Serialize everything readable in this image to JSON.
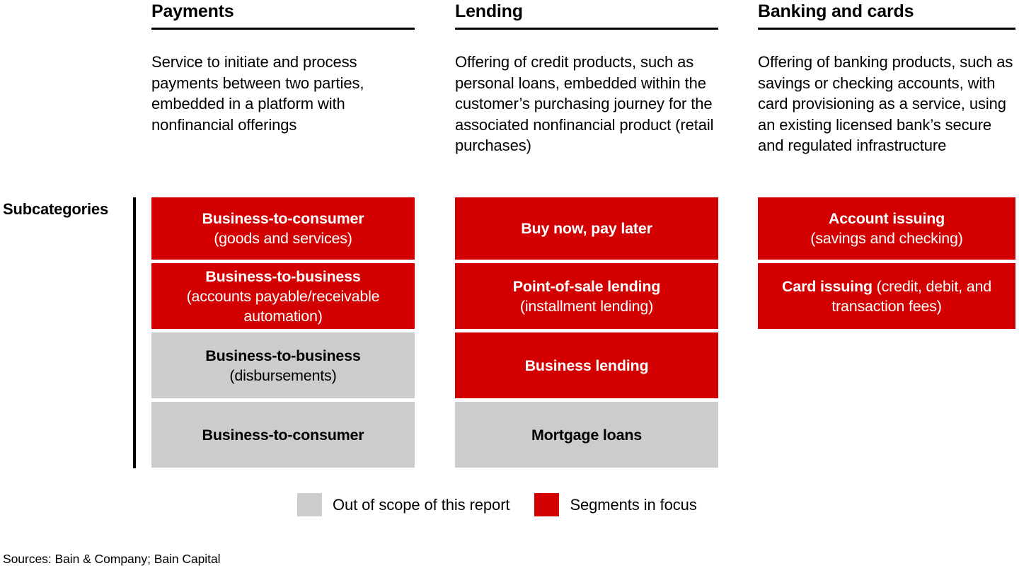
{
  "exhibit": {
    "subcategories_label": "Subcategories",
    "columns": [
      {
        "id": "payments",
        "title": "Payments",
        "description": "Service to initiate and process payments between two parties, embedded in a platform with nonfinancial offerings",
        "boxes": [
          {
            "bold": "Business-to-consumer",
            "sub": "(goods and services)",
            "status": "focus"
          },
          {
            "bold": "Business-to-business",
            "sub": "(accounts payable/receivable automation)",
            "status": "focus"
          },
          {
            "bold": "Business-to-business",
            "sub": "(disbursements)",
            "status": "out"
          },
          {
            "bold": "Business-to-consumer",
            "sub": "",
            "status": "out"
          }
        ]
      },
      {
        "id": "lending",
        "title": "Lending",
        "description": "Offering of credit products, such as personal loans, embedded within the customer’s purchasing journey for the associated nonfinancial product (retail purchases)",
        "boxes": [
          {
            "bold": "Buy now, pay later",
            "sub": "",
            "status": "focus"
          },
          {
            "bold": "Point-of-sale lending",
            "sub": "(installment lending)",
            "status": "focus"
          },
          {
            "bold": "Business lending",
            "sub": "",
            "status": "focus"
          },
          {
            "bold": "Mortgage loans",
            "sub": "",
            "status": "out"
          }
        ]
      },
      {
        "id": "banking",
        "title": "Banking and cards",
        "description": "Offering of banking products, such as savings or checking accounts, with card provisioning as a service, using an existing licensed bank’s secure and regulated infrastructure",
        "boxes": [
          {
            "bold": "Account issuing",
            "sub": "(savings and checking)",
            "status": "focus"
          },
          {
            "bold": "Card issuing",
            "sub": "(credit, debit, and transaction fees)",
            "status": "focus",
            "inline": true
          }
        ]
      }
    ]
  },
  "legend": {
    "items": [
      {
        "label": "Out of scope of this report",
        "status": "out"
      },
      {
        "label": "Segments in focus",
        "status": "focus"
      }
    ]
  },
  "footer": {
    "sources": "Sources: Bain & Company; Bain Capital"
  },
  "colors": {
    "focus": "#d20000",
    "out_of_scope": "#cccccc",
    "text": "#000000",
    "background": "#ffffff"
  }
}
